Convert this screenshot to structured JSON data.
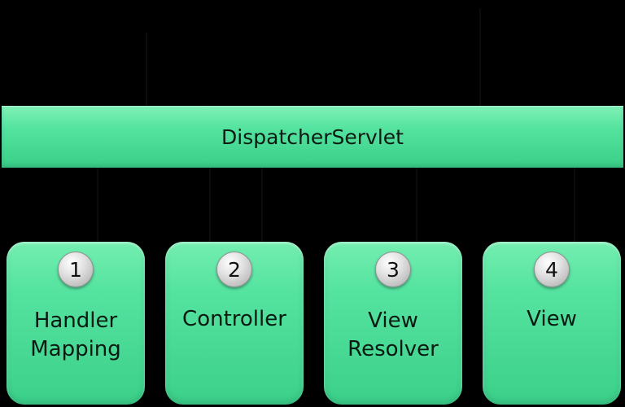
{
  "servlet": {
    "label": "DispatcherServlet"
  },
  "components": [
    {
      "number": "1",
      "lines": [
        "Handler",
        "Mapping"
      ]
    },
    {
      "number": "2",
      "lines": [
        "Controller"
      ]
    },
    {
      "number": "3",
      "lines": [
        "View",
        "Resolver"
      ]
    },
    {
      "number": "4",
      "lines": [
        "View"
      ]
    }
  ],
  "colors": {
    "background": "#000000",
    "box_fill": "#55e3a0",
    "badge_fill": "#d8d8d8",
    "text": "#0a1a12"
  }
}
